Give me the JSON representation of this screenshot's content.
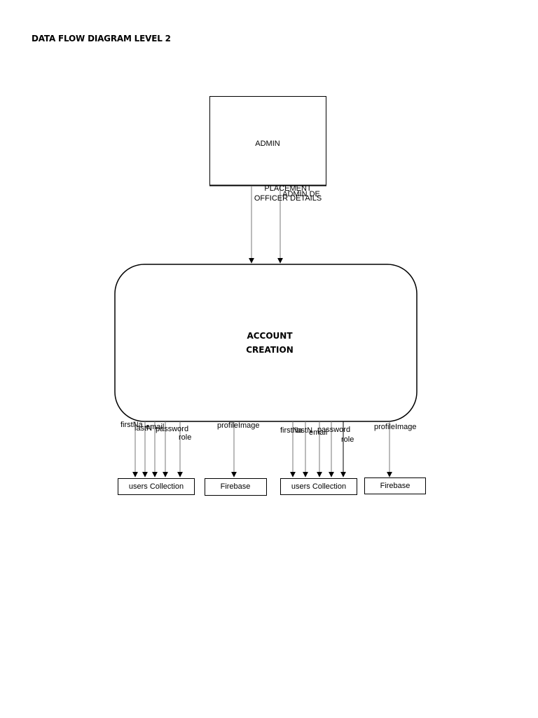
{
  "page_title": "DATA FLOW DIAGRAM LEVEL 2",
  "entity": {
    "label": "ADMIN"
  },
  "incoming_flows": {
    "officer_line1": "PLACEMENT",
    "officer_line2": "OFFICER DETAILS",
    "admin_details": "ADMIN DE"
  },
  "process": {
    "line1": "ACCOUNT",
    "line2": "CREATION"
  },
  "outgoing_flows": {
    "group1": {
      "firstname": "firstNa",
      "lastname": "lastN",
      "email": "email",
      "password": "password",
      "role": "role",
      "profile": "profileImage"
    },
    "group2": {
      "firstname": "firstNa",
      "lastname": "lastN",
      "email": "email",
      "password": "password",
      "role": "role",
      "profile": "profileImage"
    }
  },
  "stores": {
    "users1": "users Collection",
    "firebase1": "Firebase",
    "users2": "users Collection",
    "firebase2": "Firebase"
  }
}
